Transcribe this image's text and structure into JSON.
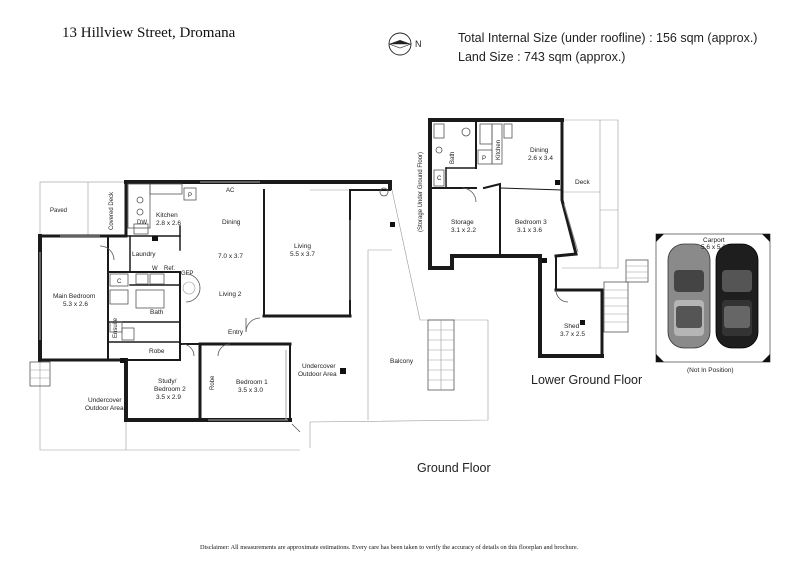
{
  "header": {
    "address": "13 Hillview Street, Dromana",
    "total_size": "Total Internal Size (under roofline) :   156 sqm (approx.)",
    "land_size": "Land Size : 743 sqm (approx.)",
    "north_label": "N"
  },
  "floors": {
    "ground": "Ground Floor",
    "lower": "Lower Ground Floor"
  },
  "rooms": {
    "paved": "Paved",
    "covered_deck": "Covered Deck",
    "kitchen": "Kitchen",
    "kitchen_size": "2.8 x 2.6",
    "dw": "DW",
    "p": "P",
    "ac": "AC",
    "dining": "Dining",
    "dining_size": "7.0 x 3.7",
    "living": "Living",
    "living_size": "5.5 x 3.7",
    "laundry": "Laundry",
    "c": "C",
    "w": "W",
    "ref": "Ref.",
    "gfp": "GFP",
    "main_bedroom": "Main Bedroom",
    "main_bedroom_size": "5.3 x 2.6",
    "bath": "Bath",
    "ensuite": "Ensuite",
    "living2": "Living 2",
    "entry": "Entry",
    "robe": "Robe",
    "study": "Study/",
    "study_line2": "Bedroom 2",
    "study_size": "3.5 x 2.9",
    "robe2": "Robe",
    "bedroom1": "Bedroom 1",
    "bedroom1_size": "3.5 x 3.0",
    "undercover": "Undercover",
    "outdoor_area": "Outdoor Area",
    "balcony": "Balcony",
    "undercover_left": "Undercover",
    "outdoor_area_left": "Outdoor Area"
  },
  "lower_rooms": {
    "storage_under": "(Storage Under Ground Floor)",
    "bath": "Bath",
    "kitchen": "Kitchen",
    "p": "P",
    "c": "C",
    "dining": "Dining",
    "dining_size": "2.6 x 3.4",
    "deck": "Deck",
    "storage": "Storage",
    "storage_size": "3.1 x 2.2",
    "bedroom3": "Bedroom 3",
    "bedroom3_size": "3.1 x 3.6",
    "shed": "Shed",
    "shed_size": "3.7 x 2.5"
  },
  "carport": {
    "label": "Carport",
    "size": "5.6 x 5.3",
    "note": "(Not In Position)"
  },
  "disclaimer": "Disclaimer: All measurements are approximate estimations. Every care has been taken to verify the accuracy of details on this floorplan and brochure."
}
